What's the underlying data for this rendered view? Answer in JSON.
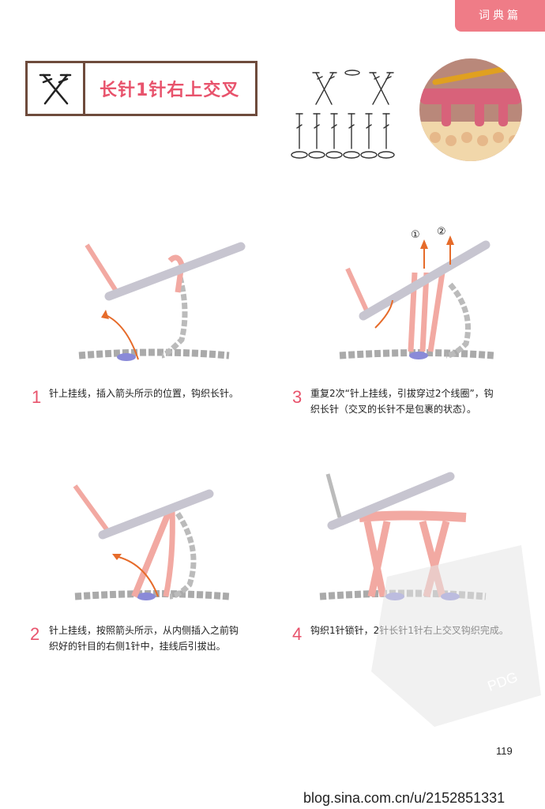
{
  "header": {
    "section_tab": "词典篇"
  },
  "title": {
    "label": "长针1针右上交叉"
  },
  "steps": [
    {
      "number": "1",
      "line1": "针上挂线，插入箭头所示的位置，钩织长针。",
      "line2": ""
    },
    {
      "number": "2",
      "line1": "针上挂线，按照箭头所示，从内侧插入之前钩",
      "line2": "织好的针目的右侧1针中，挂线后引拔出。"
    },
    {
      "number": "3",
      "line1": "重复2次“针上挂线，引拔穿过2个线圈”，钩",
      "line2": "织长针（交叉的长针不是包裹的状态）。"
    },
    {
      "number": "4",
      "line1": "钩织1针锁针，2针长针1针右上交叉钩织完成。",
      "line2": ""
    }
  ],
  "step3_markers": {
    "first": "①",
    "second": "②"
  },
  "stamp_text": "PDG",
  "page_number": "119",
  "watermark": "blog.sina.com.cn/u/2152851331",
  "colors": {
    "accent": "#e8536c",
    "tab": "#ef7c87",
    "frame": "#6e4b3c",
    "yarn_pink": "#f2a9a2",
    "hook": "#c7c5d0"
  }
}
